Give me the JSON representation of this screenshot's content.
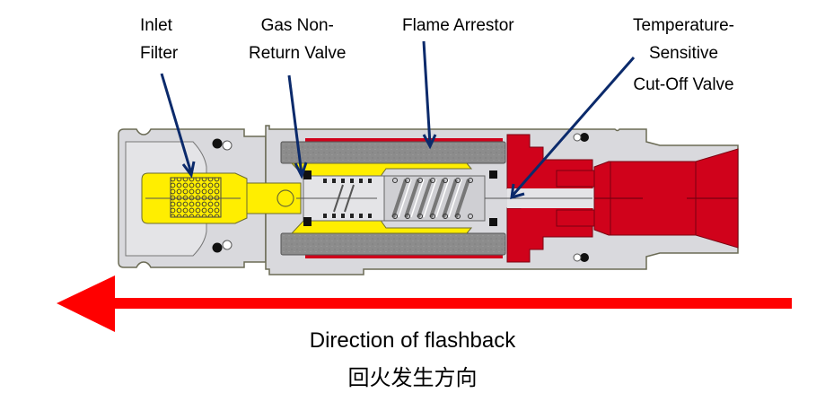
{
  "labels": {
    "inlet_filter": [
      "Inlet",
      "Filter"
    ],
    "gas_non_return_valve": [
      "Gas Non-",
      "Return Valve"
    ],
    "flame_arrestor": [
      "Flame Arrestor"
    ],
    "temperature_cutoff_valve": [
      "Temperature-",
      "Sensitive",
      "Cut-Off Valve"
    ]
  },
  "direction": {
    "caption_en": "Direction of flashback",
    "caption_cn": "回火发生方向",
    "arrow_direction": "left"
  },
  "colors": {
    "body_grey": "#d9d9dd",
    "outline": "#5a5a5a",
    "filter_yellow": "#ffee00",
    "arrestor_grey": "#8c8c8c",
    "cutoff_red": "#d0021b",
    "leader_navy": "#0b2a6b",
    "arrow_red": "#ff0000",
    "seal_black": "#111111"
  }
}
